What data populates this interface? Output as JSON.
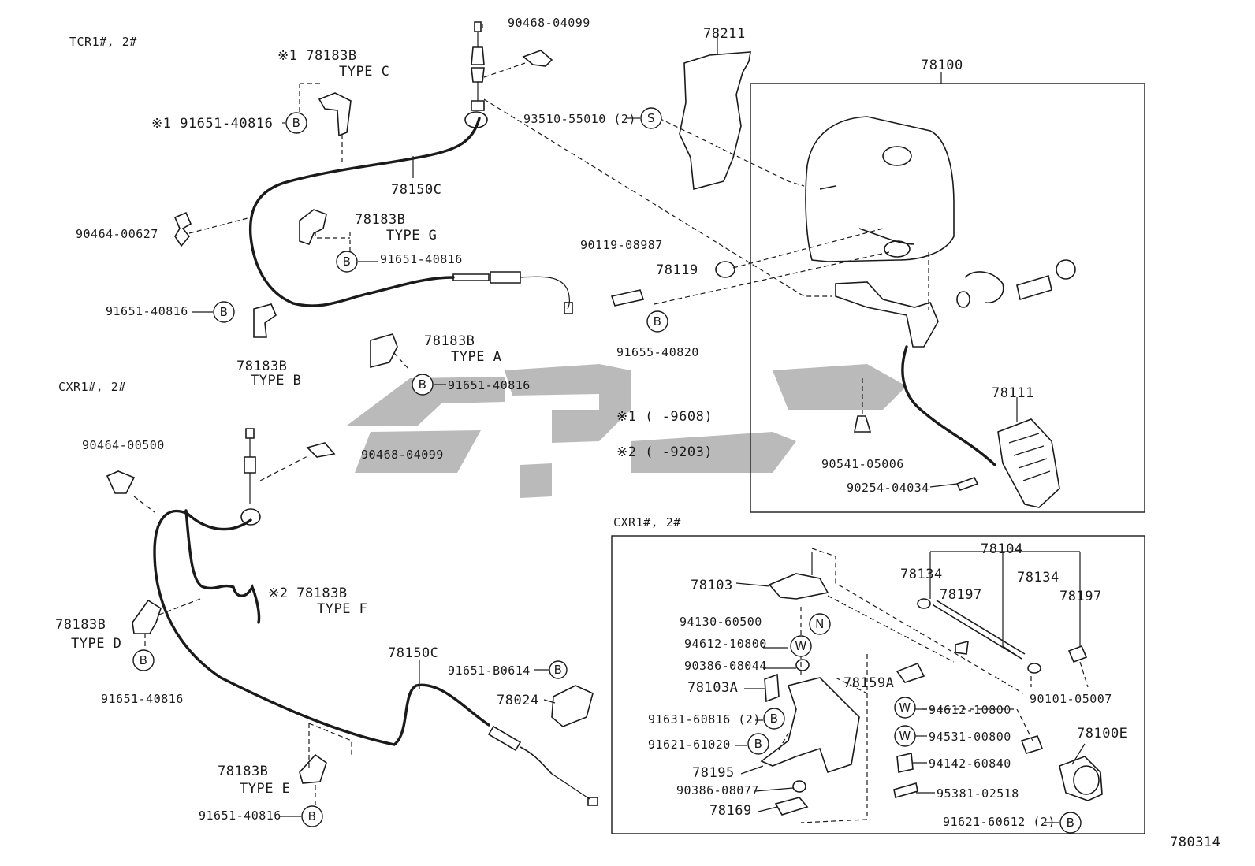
{
  "diagram_id": "780314",
  "sections": {
    "tcr": "TCR1#, 2#",
    "cxr_left": "CXR1#, 2#",
    "cxr_box": "CXR1#, 2#"
  },
  "notes": {
    "n1": "※1 (      -9608)",
    "n2": "※2 (      -9203)"
  },
  "labels": {
    "p90468_top": "90468-04099",
    "p78211": "78211",
    "p78100": "78100",
    "p78183b_c_num": "※1 78183B",
    "p78183b_c_type": "TYPE C",
    "p91651_c": "※1 91651-40816",
    "p93510": "93510-55010 (2)",
    "p78150c_top": "78150C",
    "p90464_00627": "90464-00627",
    "p78183b_g_num": "78183B",
    "p78183b_g_type": "TYPE G",
    "p91651_g": "91651-40816",
    "p90119": "90119-08987",
    "p78119": "78119",
    "p91651_b": "91651-40816",
    "p78183b_b_num": "78183B",
    "p78183b_b_type": "TYPE B",
    "p78183b_a_num": "78183B",
    "p78183b_a_type": "TYPE A",
    "p91651_a": "91651-40816",
    "p91655": "91655-40820",
    "p78111": "78111",
    "p90541": "90541-05006",
    "p90254": "90254-04034",
    "p90464_00500": "90464-00500",
    "p90468_mid": "90468-04099",
    "p78183b_f_num": "※2 78183B",
    "p78183b_f_type": "TYPE F",
    "p78183b_d_num": "78183B",
    "p78183b_d_type": "TYPE D",
    "p91651_d": "91651-40816",
    "p78150c_bot": "78150C",
    "p91651_b0614": "91651-B0614",
    "p78024": "78024",
    "p78183b_e_num": "78183B",
    "p78183b_e_type": "TYPE E",
    "p91651_e": "91651-40816",
    "p78104": "78104",
    "p78134_a": "78134",
    "p78134_b": "78134",
    "p78197_a": "78197",
    "p78197_b": "78197",
    "p78103": "78103",
    "p94130": "94130-60500",
    "p94612_a": "94612-10800",
    "p90386_08044": "90386-08044",
    "p78103a": "78103A",
    "p78159a": "78159A",
    "p94612_b": "94612-10800",
    "p91631": "91631-60816 (2)",
    "p94531": "94531-00800",
    "p91621_61020": "91621-61020",
    "p94142": "94142-60840",
    "p78195": "78195",
    "p90386_08077": "90386-08077",
    "p95381": "95381-02518",
    "p78169": "78169",
    "p91621_60612": "91621-60612 (2)",
    "p90101": "90101-05007",
    "p78100e": "78100E"
  },
  "badges": {
    "b": "B",
    "s": "S",
    "n": "N",
    "w": "W"
  }
}
